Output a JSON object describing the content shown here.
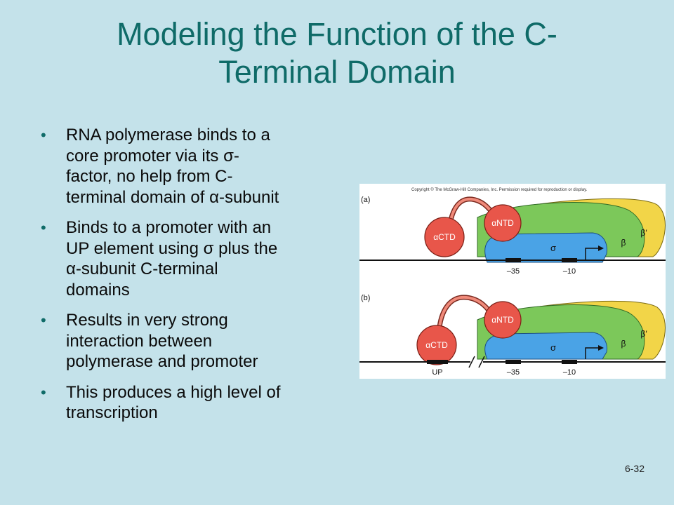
{
  "slide": {
    "title_line1": "Modeling the Function of the C-",
    "title_line2": "Terminal Domain",
    "bullets": [
      {
        "lines": [
          "RNA polymerase binds to a",
          "core promoter via its σ-",
          "factor, no help from C-",
          "terminal domain of α-subunit"
        ]
      },
      {
        "lines": [
          "Binds to a promoter with an",
          "UP element using σ plus the",
          "α-subunit C-terminal",
          "domains"
        ]
      },
      {
        "lines": [
          "Results in very strong",
          "interaction between",
          "polymerase and promoter"
        ]
      },
      {
        "lines": [
          "This produces a high level of",
          "transcription"
        ]
      }
    ],
    "slide_number": "6-32"
  },
  "figure": {
    "copyright": "Copyright © The McGraw-Hill Companies, Inc. Permission required for reproduction or display.",
    "panel_a": {
      "label": "(a)",
      "actd": "αCTD",
      "antd": "αNTD",
      "sigma": "σ",
      "beta": "β",
      "beta_prime": "β′",
      "minus35": "–35",
      "minus10": "–10"
    },
    "panel_b": {
      "label": "(b)",
      "actd": "αCTD",
      "antd": "αNTD",
      "sigma": "σ",
      "beta": "β",
      "beta_prime": "β′",
      "up": "UP",
      "minus35": "–35",
      "minus10": "–10"
    },
    "colors": {
      "title": "#0f6b68",
      "background": "#c4e2ea",
      "alpha_subunit": "#e8564a",
      "sigma": "#4aa3e6",
      "beta": "#7cc85a",
      "beta_prime": "#f2d548"
    }
  }
}
